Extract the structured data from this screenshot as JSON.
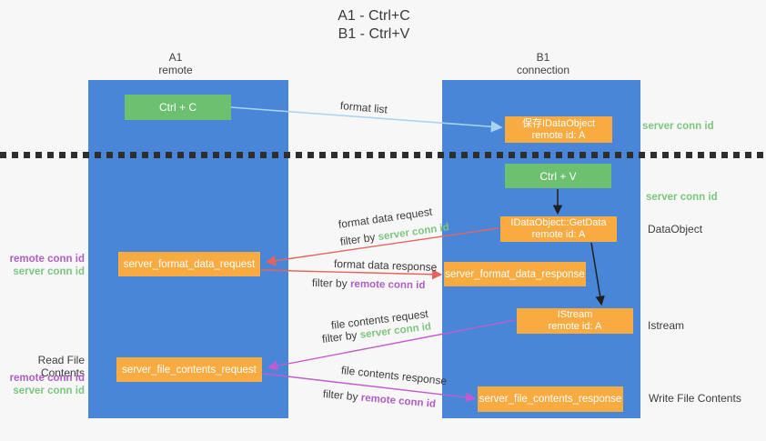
{
  "title": {
    "line1": "A1 - Ctrl+C",
    "line2": "B1 - Ctrl+V"
  },
  "lanes": {
    "left": {
      "title": "A1",
      "subtitle": "remote"
    },
    "right": {
      "title": "B1",
      "subtitle": "connection"
    }
  },
  "nodes": {
    "ctrl_c": "Ctrl + C",
    "ctrl_v": "Ctrl + V",
    "save_idataobject_line1": "保存IDataObject",
    "save_idataobject_line2": "remote id: A",
    "getdata_line1": "IDataObject::GetData",
    "getdata_line2": "remote id: A",
    "istream_line1": "IStream",
    "istream_line2": "remote id: A",
    "format_request": "server_format_data_request",
    "format_response": "server_format_data_response",
    "file_request": "server_file_contents_request",
    "file_response": "server_file_contents_response"
  },
  "flow_labels": {
    "format_list": "format list",
    "format_data_request": "format data request",
    "format_data_response": "format data response",
    "file_contents_request": "file contents request",
    "file_contents_response": "file contents response",
    "filter_by": "filter by",
    "server_conn_id": "server conn id",
    "remote_conn_id": "remote conn id"
  },
  "side_labels": {
    "server_conn_id_top": "server conn id",
    "server_conn_id_mid": "server conn id",
    "dataobject": "DataObject",
    "istream": "Istream",
    "read_file_contents": "Read File Contents",
    "write_file_contents": "Write File Contents",
    "remote_conn_id": "remote conn id",
    "server_conn_id": "server conn id"
  },
  "colors": {
    "lane_blue": "#4a86d8",
    "node_orange": "#f8ab40",
    "node_green": "#6ec071",
    "server_conn_green": "#7cc67f",
    "remote_conn_purple": "#b05ec5",
    "arrow_red": "#e8635e",
    "arrow_purple": "#c25bce",
    "arrow_blue": "#aad4f0",
    "arrow_black": "#1f1f1f"
  }
}
